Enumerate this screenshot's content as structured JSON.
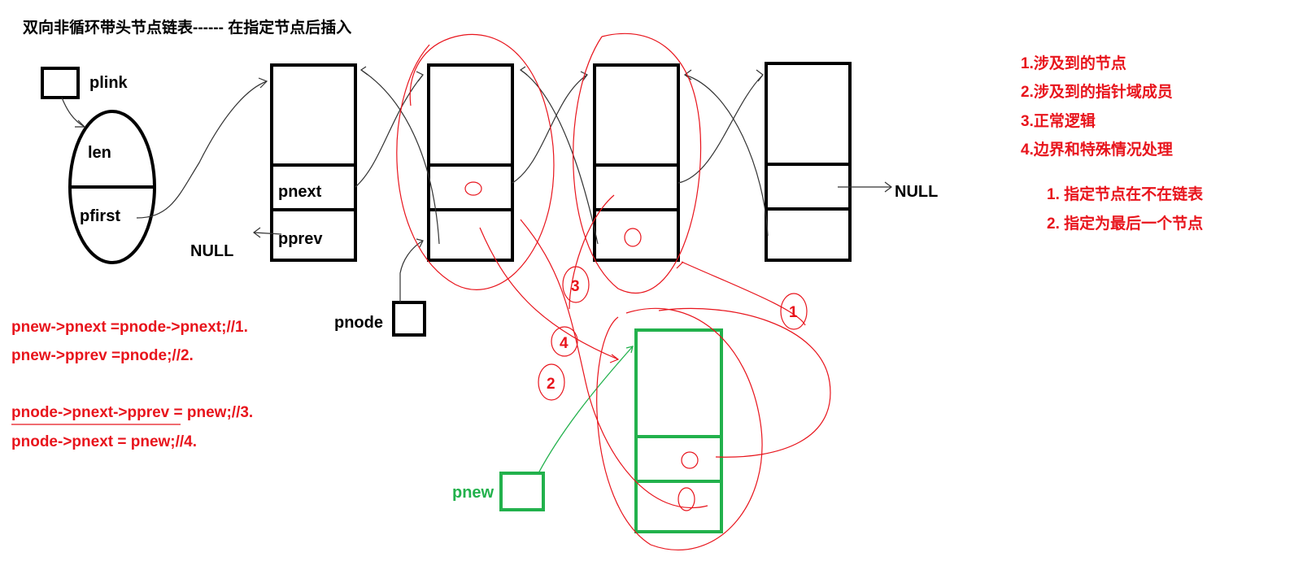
{
  "title": "双向非循环带头节点链表------ 在指定节点后插入",
  "head": {
    "plink_label": "plink",
    "len_label": "len",
    "pfirst_label": "pfirst"
  },
  "node_fields": {
    "pnext": "pnext",
    "pprev": "pprev"
  },
  "null_left": "NULL",
  "null_right": "NULL",
  "pnode_label": "pnode",
  "pnew_label": "pnew",
  "red_marks": {
    "m1": "1",
    "m2": "2",
    "m3": "3",
    "m4": "4",
    "o": "O"
  },
  "code_lines": [
    "pnew->pnext =pnode->pnext;//1.",
    "pnew->pprev =pnode;//2.",
    "pnode->pnext->pprev = pnew;//3.",
    "pnode->pnext = pnew;//4."
  ],
  "steps": [
    "1.涉及到的节点",
    "2.涉及到的指针域成员",
    "3.正常逻辑",
    "4.边界和特殊情况处理"
  ],
  "substeps": [
    "1. 指定节点在不在链表",
    "2. 指定为最后一个节点"
  ],
  "colors": {
    "red": "#e8141c",
    "green": "#22b14c",
    "black": "#000000"
  }
}
